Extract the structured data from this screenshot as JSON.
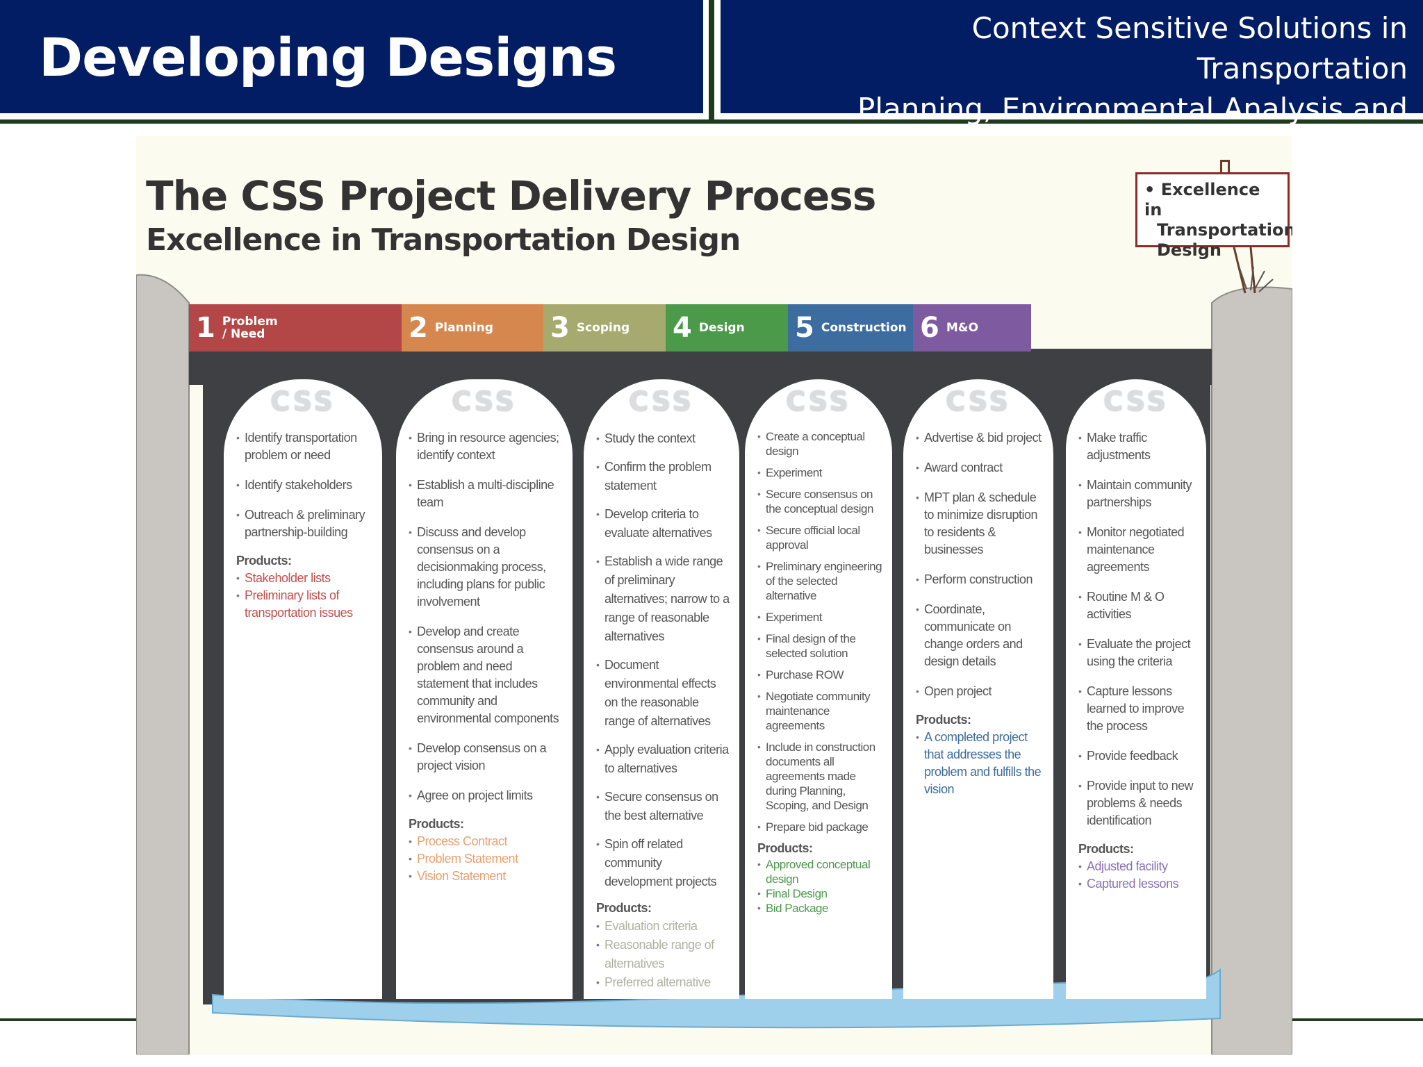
{
  "header": {
    "title": "Developing Designs",
    "subtitle_line1": "Context Sensitive Solutions in Transportation",
    "subtitle_line2": "Planning, Environmental Analysis and Design"
  },
  "figure": {
    "title": "The CSS Project Delivery Process",
    "subtitle": "Excellence in Transportation Design",
    "sign_lines": [
      "• Excellence in",
      "Transportation",
      "Design"
    ],
    "column_watermark": "CSS",
    "products_label": "Products:",
    "stages": [
      {
        "num": "1",
        "label": "Problem\n/ Need",
        "color": "#b34747"
      },
      {
        "num": "2",
        "label": "Planning",
        "color": "#d6874e"
      },
      {
        "num": "3",
        "label": "Scoping",
        "color": "#a7aa6e"
      },
      {
        "num": "4",
        "label": "Design",
        "color": "#4a9a4a"
      },
      {
        "num": "5",
        "label": "Construction",
        "color": "#3d6da0"
      },
      {
        "num": "6",
        "label": "M&O",
        "color": "#7e5aa0"
      }
    ],
    "columns": [
      {
        "items": [
          "Identify transportation problem or need",
          "Identify stakeholders",
          "Outreach & preliminary partnership-building"
        ],
        "products": [
          "Stakeholder lists",
          "Preliminary lists of transportation issues"
        ],
        "product_color": "#c0504d"
      },
      {
        "items": [
          "Bring in resource agencies; identify context",
          "Establish a multi-discipline team",
          "Discuss and develop consensus on a decisionmaking process, including plans for public involvement",
          "Develop and create consensus around a problem and need statement that includes community and environmental components",
          "Develop consensus on a project vision",
          "Agree on project limits"
        ],
        "products": [
          "Process Contract",
          "Problem Statement",
          "Vision Statement"
        ],
        "product_color": "#e8a070"
      },
      {
        "items": [
          "Study the context",
          "Confirm the problem statement",
          "Develop criteria to evaluate alternatives",
          "Establish a wide range of preliminary alternatives; narrow to a range of reasonable alternatives",
          "Document environmental effects on the reasonable range of alternatives",
          "Apply evaluation criteria to alternatives",
          "Secure consensus on the best alternative",
          "Spin off related community development projects"
        ],
        "products": [
          "Evaluation criteria",
          "Reasonable range of alternatives",
          "Preferred alternative"
        ],
        "product_color": "#b0b2a0"
      },
      {
        "items": [
          "Create a conceptual design",
          "Experiment",
          "Secure consensus on the conceptual design",
          "Secure official local approval",
          "Preliminary engineering of the selected alternative",
          "Experiment",
          "Final design of the selected solution",
          "Purchase ROW",
          "Negotiate community maintenance agreements",
          "Include in construction documents all agreements made during Planning, Scoping, and Design",
          "Prepare bid package"
        ],
        "products": [
          "Approved conceptual design",
          "Final Design",
          "Bid Package"
        ],
        "product_color": "#4a9a4a"
      },
      {
        "items": [
          "Advertise & bid project",
          "Award contract",
          "MPT plan & schedule to minimize disruption to residents & businesses",
          "Perform construction",
          "Coordinate, communicate on change orders and design details",
          "Open project"
        ],
        "products": [
          "A completed project that addresses the problem and fulfills the vision"
        ],
        "product_color": "#3d6da0"
      },
      {
        "items": [
          "Make traffic adjustments",
          "Maintain community partnerships",
          "Monitor negotiated maintenance agreements",
          "Routine M & O activities",
          "Evaluate the project using the criteria",
          "Capture lessons learned to improve the process",
          "Provide feedback",
          "Provide input to new problems & needs identification"
        ],
        "products": [
          "Adjusted facility",
          "Captured lessons"
        ],
        "product_color": "#8a70b0"
      }
    ]
  }
}
